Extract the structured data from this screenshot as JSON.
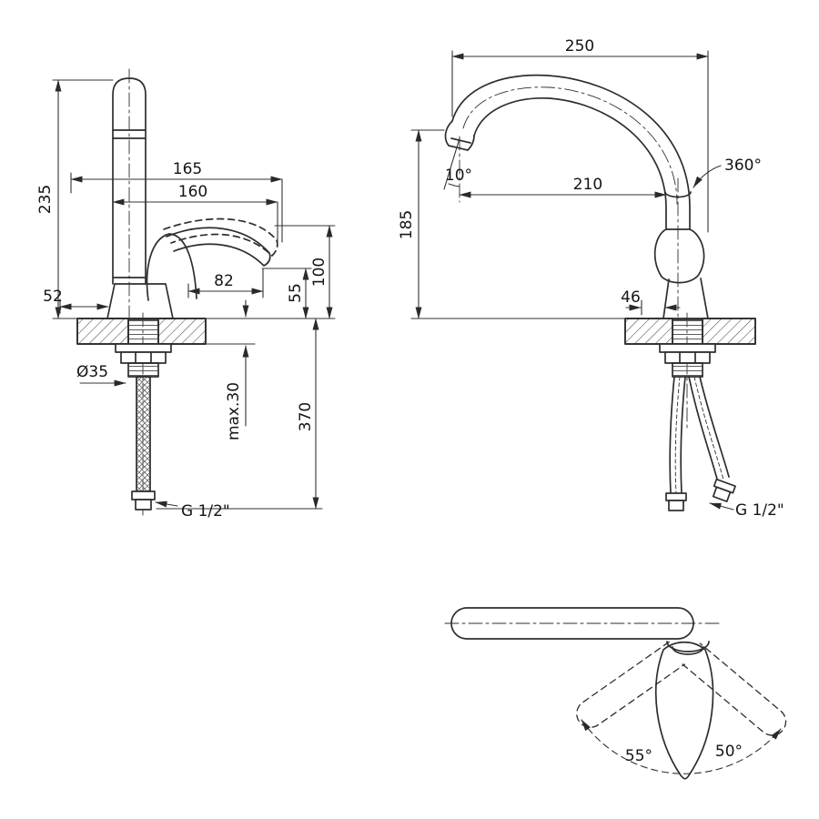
{
  "drawing": {
    "front": {
      "total_height": "235",
      "spout_reach_outer": "165",
      "spout_reach_inner": "160",
      "handle_top_height": "100",
      "handle_bottom_height": "55",
      "handle_width": "82",
      "base_offset": "52",
      "hole_diameter": "Ø35",
      "deck_thickness": "max.30",
      "hose_length": "370",
      "thread_size": "G 1/2\""
    },
    "side": {
      "spout_span": "250",
      "outlet_height": "185",
      "spout_reach": "210",
      "outlet_angle": "10°",
      "swivel_angle": "360°",
      "base_offset": "46",
      "thread_size": "G 1/2\""
    },
    "top": {
      "handle_swing_left": "55°",
      "handle_swing_right": "50°"
    }
  }
}
